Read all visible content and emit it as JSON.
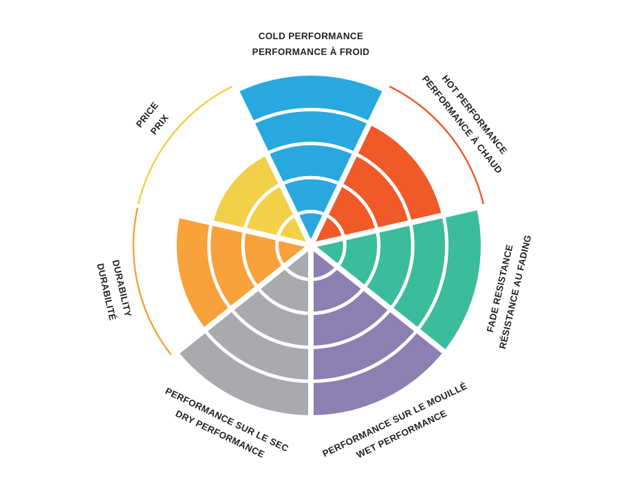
{
  "page": {
    "background": "#ffffff",
    "text_color": "#231F20"
  },
  "chart_data": {
    "type": "bar",
    "coordinate_system": "polar",
    "description": "Radial sector (polar bar) brake-pad rating chart, 7 criteria rated out of 5 rings; sectors clockwise from top; under-max sectors show a thin colored marker arc at the maximum radius",
    "title": "",
    "max_value": 5,
    "rings": 5,
    "ring_divider_color": "#ffffff",
    "sector_gap_color": "#ffffff",
    "legend": "none",
    "categories": [
      {
        "id": "cold-performance",
        "value": 5,
        "color": "#29A8DF",
        "label_en": "COLD PERFORMANCE",
        "label_fr": "PERFORMANCE À FROID",
        "label_lines": [
          "COLD PERFORMANCE",
          "PERFORMANCE À FROID"
        ],
        "max_marker_arc": false
      },
      {
        "id": "hot-performance",
        "value": 4,
        "color": "#F05A28",
        "label_en": "HOT PERFORMANCE",
        "label_fr": "PERFORMANCE À CHAUD",
        "label_lines": [
          "HOT PERFORMANCE",
          "PERFORMANCE À CHAUD"
        ],
        "max_marker_arc": true
      },
      {
        "id": "fade-resistance",
        "value": 5,
        "color": "#3BBC9C",
        "label_en": "FADE RESISTANCE",
        "label_fr": "RÉSISTANCE AU FADING",
        "label_lines": [
          "FADE RESISTANCE",
          "RÉSISTANCE AU FADING"
        ],
        "max_marker_arc": false
      },
      {
        "id": "wet-performance",
        "value": 5,
        "color": "#8C80B2",
        "label_en": "WET PERFORMANCE",
        "label_fr": "PERFORMANCE SUR LE MOUILLÉ",
        "label_lines": [
          "PERFORMANCE SUR LE MOUILLÉ",
          "WET PERFORMANCE"
        ],
        "max_marker_arc": false
      },
      {
        "id": "dry-performance",
        "value": 5,
        "color": "#A8AAAD",
        "label_en": "DRY PERFORMANCE",
        "label_fr": "PERFORMANCE SUR LE SEC",
        "label_lines": [
          "PERFORMANCE SUR LE SEC",
          "DRY PERFORMANCE"
        ],
        "max_marker_arc": false
      },
      {
        "id": "durability",
        "value": 4,
        "color": "#F9A13B",
        "label_en": "DURABILITY",
        "label_fr": "DURABILITÉ",
        "label_lines": [
          "DURABILITY",
          "DURABILITÉ"
        ],
        "max_marker_arc": true
      },
      {
        "id": "price",
        "value": 3,
        "color": "#F2D048",
        "label_en": "PRICE",
        "label_fr": "PRIX",
        "label_lines": [
          "PRICE",
          "PRIX"
        ],
        "max_marker_arc": true
      }
    ]
  }
}
